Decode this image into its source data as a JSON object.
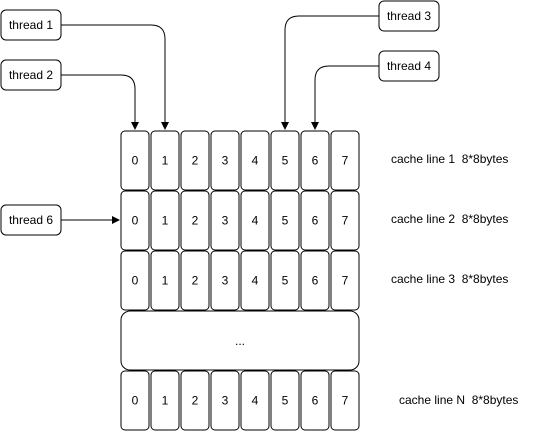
{
  "threads": [
    {
      "id": "thread-1",
      "label": "thread 1"
    },
    {
      "id": "thread-2",
      "label": "thread 2"
    },
    {
      "id": "thread-3",
      "label": "thread 3"
    },
    {
      "id": "thread-4",
      "label": "thread 4"
    },
    {
      "id": "thread-6",
      "label": "thread 6"
    }
  ],
  "cache_lines": [
    {
      "label": "cache line 1  8*8bytes",
      "cells": [
        "0",
        "1",
        "2",
        "3",
        "4",
        "5",
        "6",
        "7"
      ]
    },
    {
      "label": "cache line 2  8*8bytes",
      "cells": [
        "0",
        "1",
        "2",
        "3",
        "4",
        "5",
        "6",
        "7"
      ]
    },
    {
      "label": "cache line 3  8*8bytes",
      "cells": [
        "0",
        "1",
        "2",
        "3",
        "4",
        "5",
        "6",
        "7"
      ]
    },
    {
      "label": "cache line N  8*8bytes",
      "cells": [
        "0",
        "1",
        "2",
        "3",
        "4",
        "5",
        "6",
        "7"
      ]
    }
  ],
  "ellipsis_row": {
    "label": "..."
  }
}
